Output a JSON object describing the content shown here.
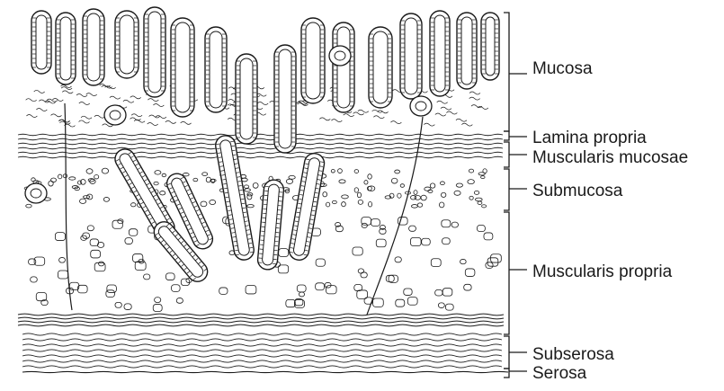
{
  "figure": {
    "layers": [
      {
        "id": "mucosa",
        "label": "Mucosa"
      },
      {
        "id": "lamina-propria",
        "label": "Lamina propria"
      },
      {
        "id": "muscularis-mucosae",
        "label": "Muscularis mucosae"
      },
      {
        "id": "submucosa",
        "label": "Submucosa"
      },
      {
        "id": "muscularis-propria",
        "label": "Muscularis propria"
      },
      {
        "id": "subserosa",
        "label": "Subserosa"
      },
      {
        "id": "serosa",
        "label": "Serosa"
      }
    ],
    "colors": {
      "ink": "#1a1a1a",
      "background": "#ffffff"
    }
  }
}
